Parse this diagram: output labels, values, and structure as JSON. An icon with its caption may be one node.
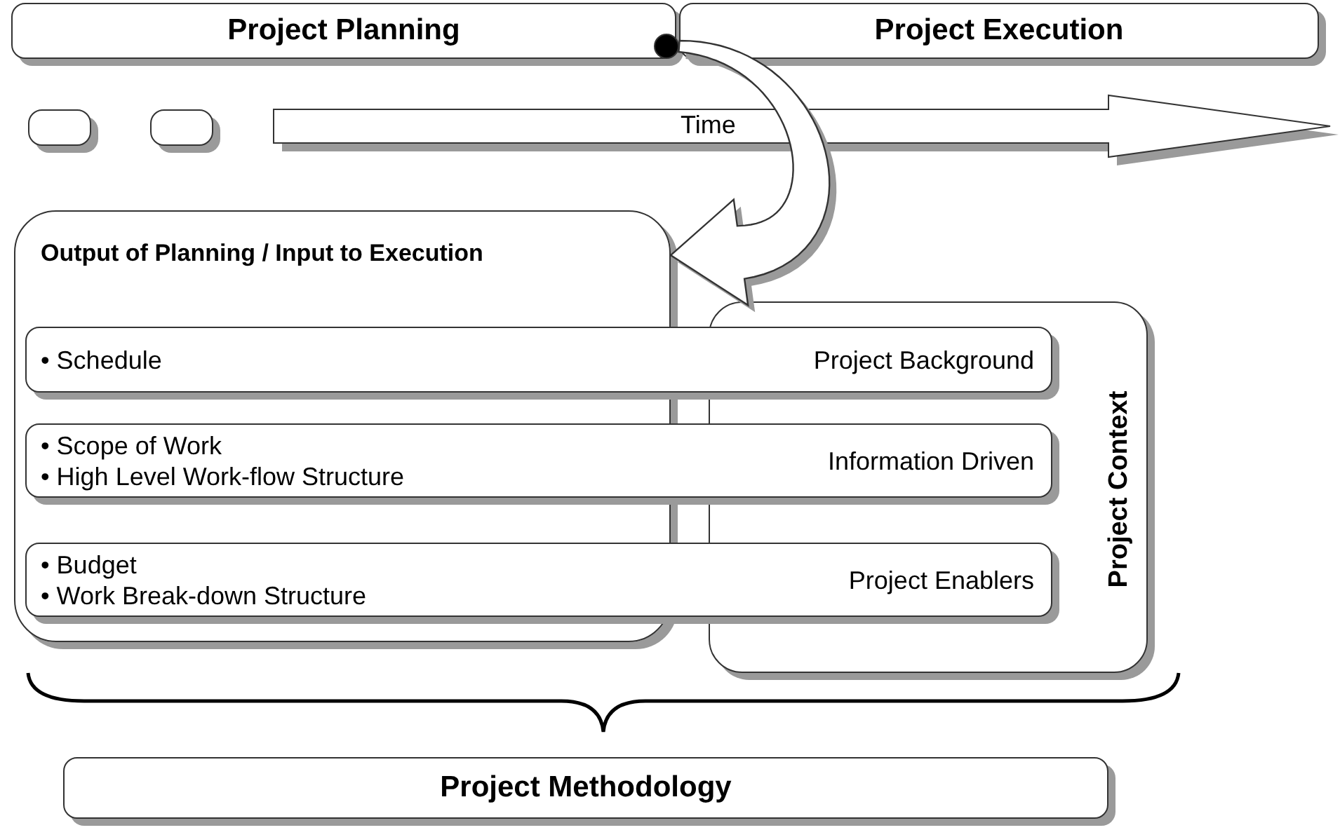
{
  "diagram": {
    "nodes": [
      {
        "text": [
          "Project Planning"
        ]
      },
      {
        "text": [
          "Project Execution"
        ]
      },
      {
        "text": [],
        "shape": "circle"
      },
      {
        "text": [],
        "shape": "box"
      },
      {
        "text": [],
        "shape": "box"
      },
      {
        "text": [
          "Time"
        ]
      },
      {
        "text": [
          "Output of Planning / Input to Execution"
        ]
      },
      {
        "text": [
          "Project Context"
        ]
      },
      {
        "text": [
          "• Schedule",
          "Project Background"
        ]
      },
      {
        "text": [
          "• Scope of Work",
          "• High Level Work-flow Structure",
          "Information Driven"
        ]
      },
      {
        "text": [
          "• Budget",
          "• Work Break-down Structure",
          "Project Enablers"
        ]
      },
      {
        "text": [
          "Project Methodology"
        ]
      }
    ],
    "edges": [
      {
        "from": 2,
        "to": 6,
        "arrow": "to",
        "style": "thick"
      }
    ]
  }
}
